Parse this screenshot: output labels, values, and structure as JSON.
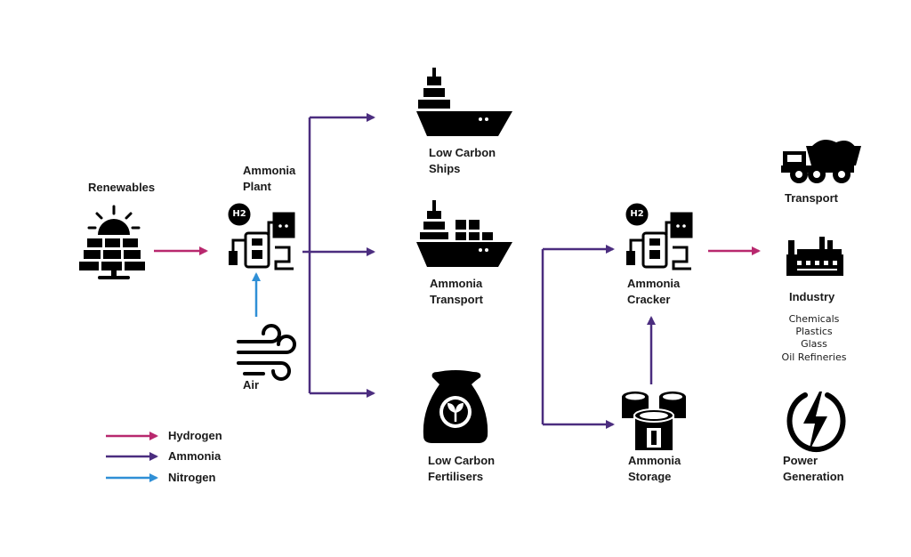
{
  "colors": {
    "hydrogen": "#b8286e",
    "ammonia": "#4b2d7f",
    "nitrogen": "#2f8fd6",
    "icon": "#000000"
  },
  "nodes": {
    "renewables": {
      "label": "Renewables",
      "icon": "solar-panel-sun-icon"
    },
    "ammonia_plant": {
      "label_line1": "Ammonia",
      "label_line2": "Plant",
      "icon": "h2-plant-icon"
    },
    "air": {
      "label": "Air",
      "icon": "wind-icon"
    },
    "ships": {
      "label_line1": "Low Carbon",
      "label_line2": "Ships",
      "icon": "ship-icon"
    },
    "transport_ship": {
      "label_line1": "Ammonia",
      "label_line2": "Transport",
      "icon": "cargo-ship-icon"
    },
    "fertilisers": {
      "label_line1": "Low Carbon",
      "label_line2": "Fertilisers",
      "icon": "fertiliser-bag-icon"
    },
    "cracker": {
      "label_line1": "Ammonia",
      "label_line2": "Cracker",
      "icon": "h2-cracker-icon"
    },
    "storage": {
      "label_line1": "Ammonia",
      "label_line2": "Storage",
      "icon": "storage-tanks-icon"
    },
    "transport": {
      "label": "Transport",
      "icon": "dump-truck-icon"
    },
    "industry": {
      "label": "Industry",
      "icon": "factory-icon",
      "uses": [
        "Chemicals",
        "Plastics",
        "Glass",
        "Oil Refineries"
      ]
    },
    "power": {
      "label_line1": "Power",
      "label_line2": "Generation",
      "icon": "lightning-bolt-icon"
    }
  },
  "legend": [
    {
      "label": "Hydrogen",
      "color_key": "hydrogen"
    },
    {
      "label": "Ammonia",
      "color_key": "ammonia"
    },
    {
      "label": "Nitrogen",
      "color_key": "nitrogen"
    }
  ],
  "h2_badge": "H2"
}
